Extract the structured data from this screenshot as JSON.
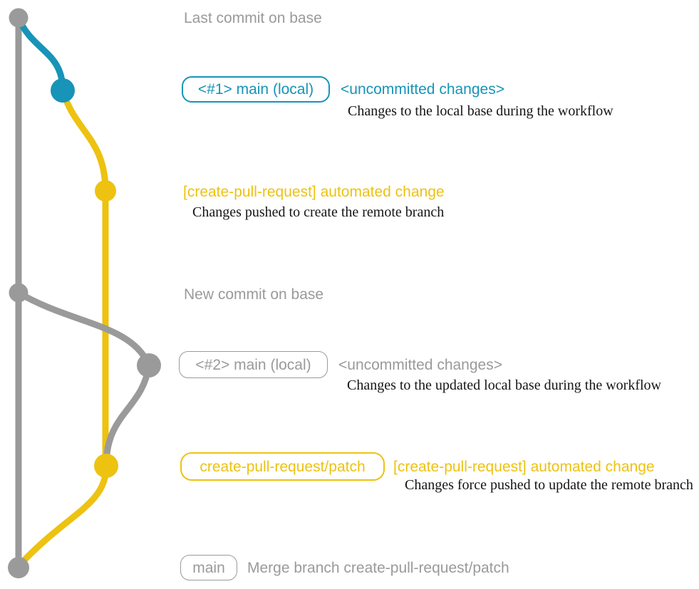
{
  "colors": {
    "gray": "#9a9a9a",
    "teal": "#1794b8",
    "yellow": "#edc211",
    "ink": "#151515",
    "background": "#ffffff"
  },
  "graph": {
    "commit_dots_top_to_bottom": [
      "gray",
      "teal",
      "yellow",
      "gray",
      "gray",
      "yellow",
      "gray"
    ]
  },
  "rows": {
    "last_commit": {
      "label": "Last commit on base"
    },
    "local_main_1": {
      "badge": "<#1> main (local)",
      "status": "<uncommitted changes>",
      "note": "Changes to the local base during the workflow"
    },
    "automated_change_1": {
      "message": "[create-pull-request] automated change",
      "note": "Changes pushed to create the remote branch"
    },
    "new_commit": {
      "label": "New commit on base"
    },
    "local_main_2": {
      "badge": "<#2> main (local)",
      "status": "<uncommitted changes>",
      "note": "Changes to the updated local base during the workflow"
    },
    "automated_change_2": {
      "badge": "create-pull-request/patch",
      "message": "[create-pull-request] automated change",
      "note": "Changes force pushed to update the remote branch"
    },
    "merge": {
      "badge": "main",
      "message": "Merge branch create-pull-request/patch"
    }
  }
}
